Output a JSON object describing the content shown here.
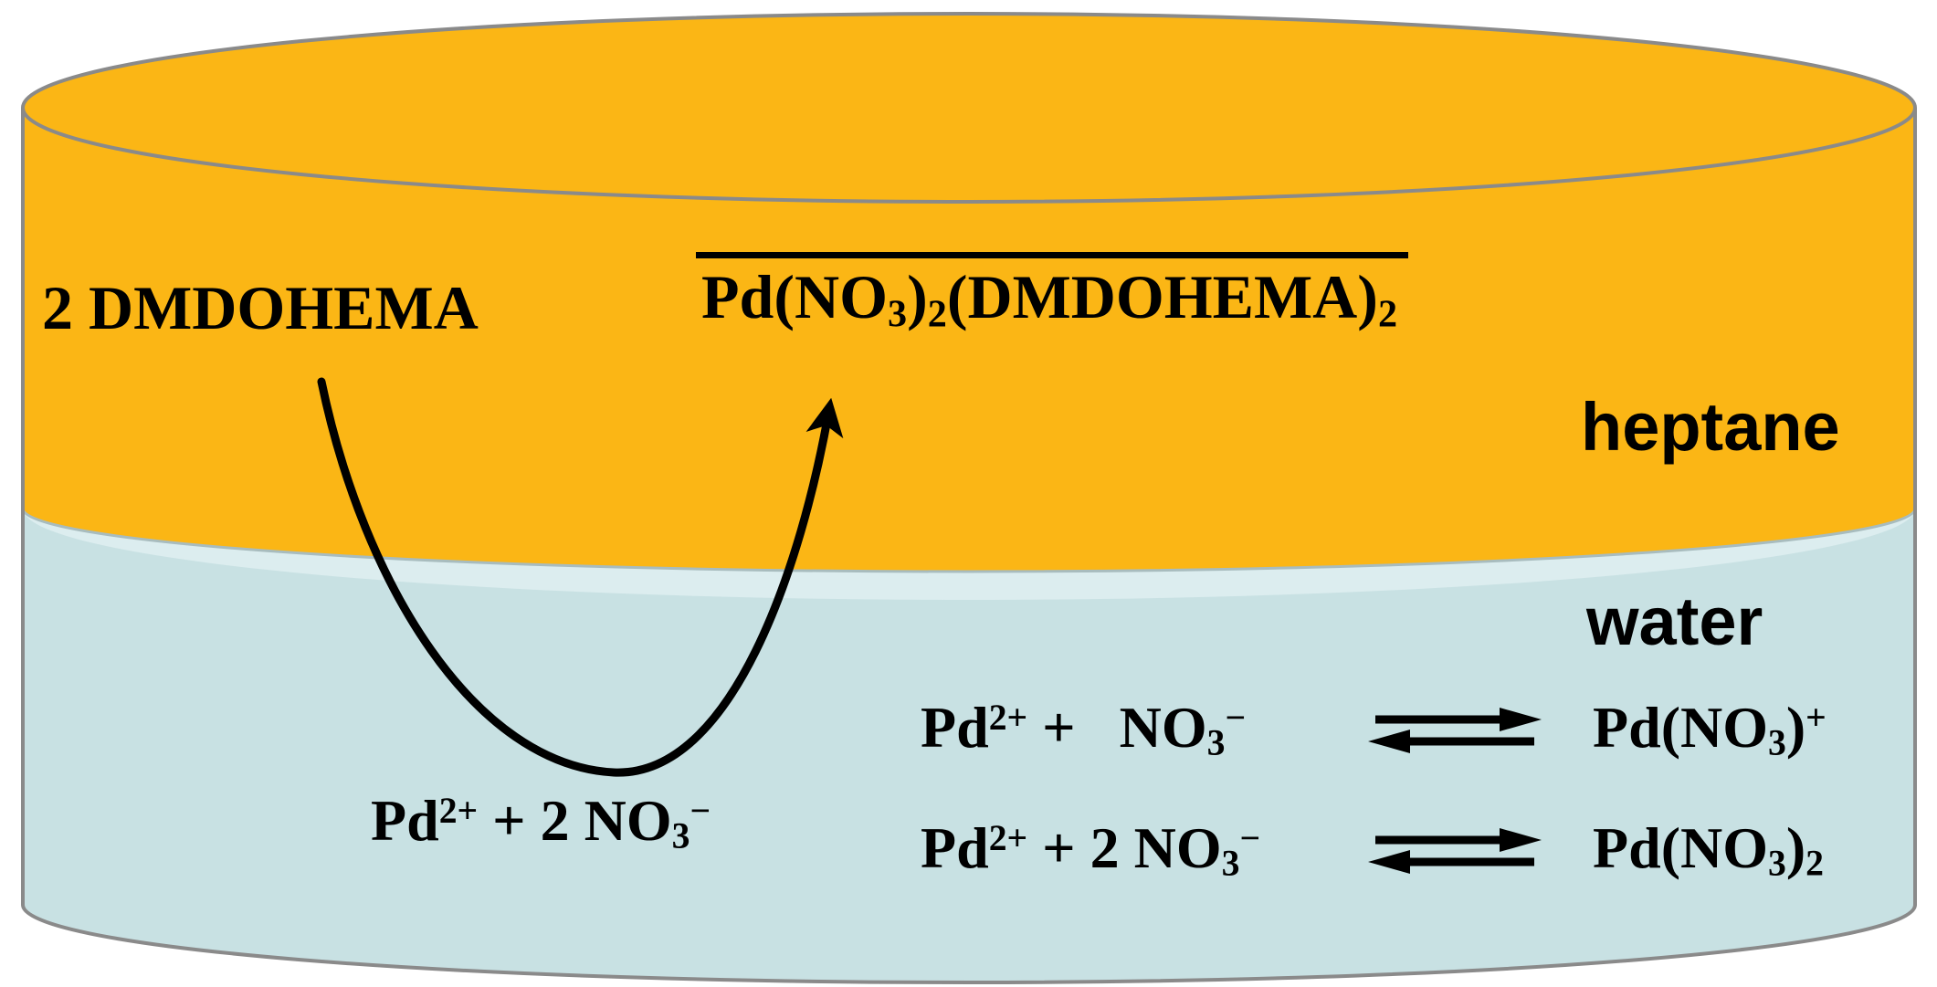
{
  "organic_phase": {
    "extractant_label": "2 DMDOHEMA",
    "complex_formula": [
      {
        "t": "Pd(NO"
      },
      {
        "sub": "3"
      },
      {
        "t": ")"
      },
      {
        "sub": "2"
      },
      {
        "t": "(DMDOHEMA)"
      },
      {
        "sub": "2"
      }
    ],
    "phase_label": "heptane"
  },
  "aqueous_phase": {
    "phase_label": "water",
    "transfer_formula": [
      {
        "t": "Pd"
      },
      {
        "sup": "2+"
      },
      {
        "t": " + 2 NO"
      },
      {
        "sub": "3"
      },
      {
        "sup": "−"
      }
    ],
    "equilibria": [
      {
        "left": [
          {
            "t": "Pd"
          },
          {
            "sup": "2+"
          },
          {
            "t": " +   NO"
          },
          {
            "sub": "3"
          },
          {
            "sup": "−"
          }
        ],
        "right": [
          {
            "t": "Pd(NO"
          },
          {
            "sub": "3"
          },
          {
            "t": ")"
          },
          {
            "sup": "+"
          }
        ]
      },
      {
        "left": [
          {
            "t": "Pd"
          },
          {
            "sup": "2+"
          },
          {
            "t": " + 2 NO"
          },
          {
            "sub": "3"
          },
          {
            "sup": "−"
          }
        ],
        "right": [
          {
            "t": "Pd(NO"
          },
          {
            "sub": "3"
          },
          {
            "t": ")"
          },
          {
            "sub": "2"
          }
        ]
      }
    ]
  },
  "colors": {
    "heptane_fill": "#FBB615",
    "water_fill": "#C8E1E3",
    "water_surface": "#DCEDEF",
    "outline": "#8A8A8A",
    "interface_line": "#A8BCBE",
    "arrow": "#000000",
    "text": "#000000"
  }
}
